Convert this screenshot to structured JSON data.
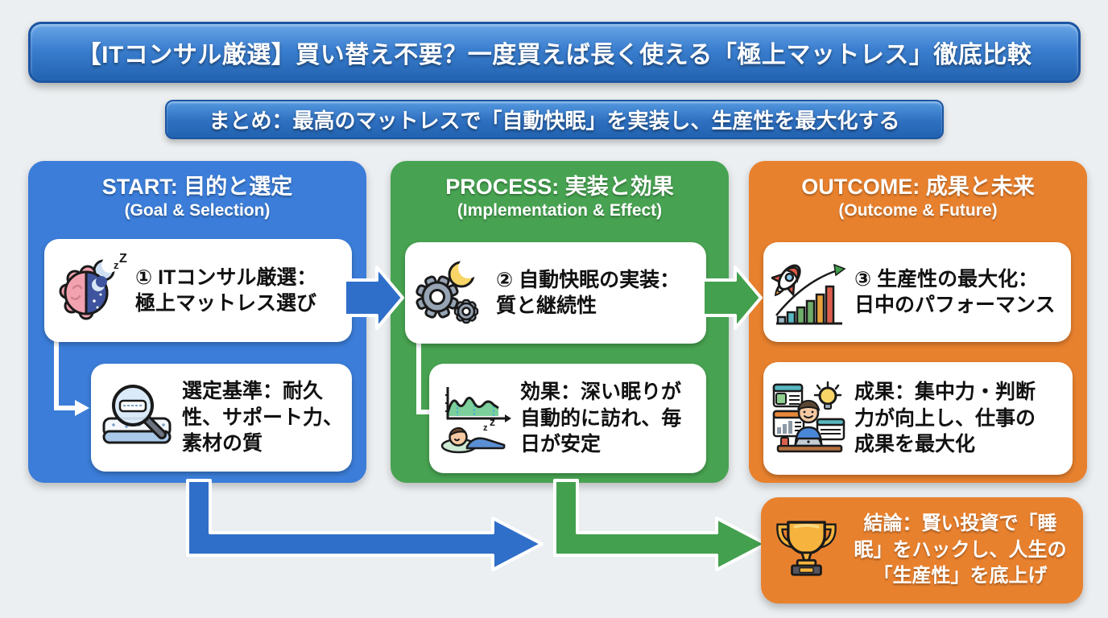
{
  "palette": {
    "background": "#eceff1",
    "banner_blue_top": "#6aa6e6",
    "banner_blue_bottom": "#2263b0",
    "banner_border": "#1c55a2",
    "column_blue": "#3b7dd8",
    "column_green": "#47a351",
    "column_orange": "#e8812e",
    "arrow_blue": "#2f6fc9",
    "arrow_green": "#43a04e",
    "card_background": "#ffffff",
    "card_text_color": "#111111"
  },
  "title_banner": {
    "text": "【ITコンサル厳選】買い替え不要？一度買えば長く使える「極上マットレス」徹底比較"
  },
  "summary_banner": {
    "text": "まとめ：最高のマットレスで「自動快眠」を実装し、生産性を最大化する"
  },
  "columns": [
    {
      "id": "start",
      "title": "START: 目的と選定",
      "subtitle": "(Goal & Selection)",
      "cards": [
        {
          "icon": "brain-sleep-icon",
          "text": "① ITコンサル厳選：\n極上マットレス選び"
        },
        {
          "icon": "mattress-magnifier-icon",
          "text": "選定基準：耐久\n性、サポート力、\n素材の質"
        }
      ]
    },
    {
      "id": "process",
      "title": "PROCESS: 実装と効果",
      "subtitle": "(Implementation & Effect)",
      "cards": [
        {
          "icon": "gears-moon-icon",
          "text": "② 自動快眠の実装：\n質と継続性"
        },
        {
          "icon": "sleep-chart-icon",
          "text": "効果：深い眠りが\n自動的に訪れ、毎\n日が安定"
        }
      ]
    },
    {
      "id": "outcome",
      "title": "OUTCOME: 成果と未来",
      "subtitle": "(Outcome & Future)",
      "cards": [
        {
          "icon": "rocket-growth-icon",
          "text": "③ 生産性の最大化：\n日中のパフォーマンス"
        },
        {
          "icon": "work-desk-icon",
          "text": "成果：集中力・判断\n力が向上し、仕事の\n成果を最大化"
        }
      ]
    }
  ],
  "conclusion": {
    "icon": "trophy-icon",
    "text": "結論：賢い投資で「睡\n眠」をハックし、人生の\n「生産性」を底上げ"
  }
}
